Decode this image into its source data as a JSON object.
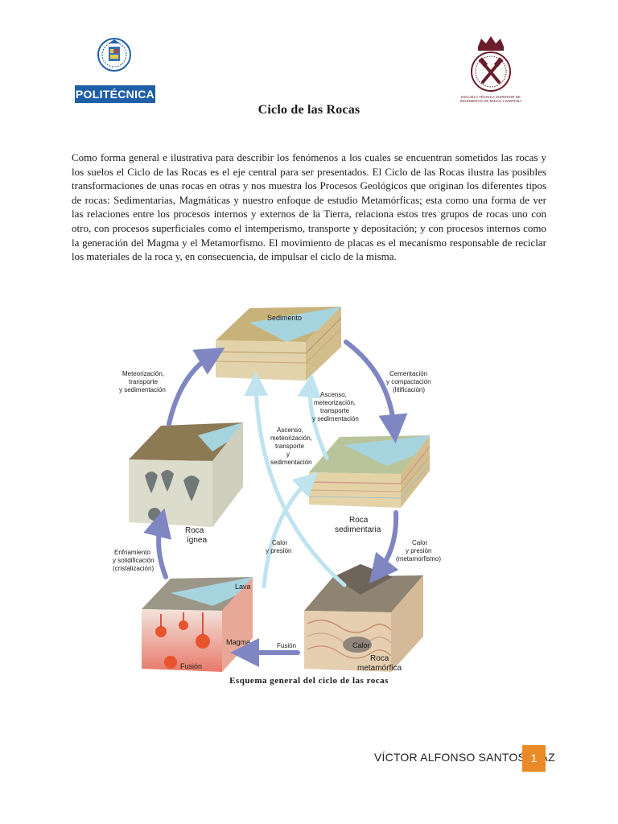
{
  "header": {
    "left_logo_text": "POLITÉCNICA",
    "right_logo_text": "ESCUELA TÉCNICA SUPERIOR DE INGENIEROS DE MINAS Y ENERGÍA"
  },
  "title": "Ciclo de las Rocas",
  "intro": "Como forma general e ilustrativa para describir los fenómenos a los cuales se encuentran sometidos las rocas y los suelos el Ciclo de las Rocas es el eje central para ser presentados. El Ciclo de las Rocas ilustra las posibles transformaciones de unas rocas en otras y nos muestra los Procesos Geológicos que originan los diferentes tipos de rocas: Sedimentarias, Magmáticas y nuestro enfoque de estudio Metamórficas; esta como una forma de ver las relaciones entre los procesos internos y externos de la Tierra, relaciona estos tres grupos de rocas uno con otro, con procesos superficiales como el intemperismo, transporte y depositación; y con procesos internos como la generación del Magma y el Metamorfismo. El movimiento de placas es el mecanismo responsable de reciclar los materiales de la roca y, en consecuencia, de impulsar el ciclo de la misma.",
  "figure": {
    "labels": {
      "sedimento": "Sedimento",
      "meteorizacion_line1": "Meteorización,",
      "meteorizacion_line2": "transporte",
      "meteorizacion_line3": "y sedimentación",
      "cementacion_line1": "Cementación",
      "cementacion_line2": "y compactación",
      "cementacion_line3": "(litificación)",
      "ascenso1_line1": "Ascenso,",
      "ascenso1_line2": "meteorización,",
      "ascenso1_line3": "transporte",
      "ascenso1_line4": "y sedimentación",
      "ascenso2_line1": "Ascenso,",
      "ascenso2_line2": "meteorización,",
      "ascenso2_line3": "transporte",
      "ascenso2_line4": "y",
      "ascenso2_line5": "sedimentación",
      "roca_ignea_line1": "Roca",
      "roca_ignea_line2": "ígnea",
      "roca_sedimentaria_line1": "Roca",
      "roca_sedimentaria_line2": "sedimentaria",
      "calor_presion_center_line1": "Calor",
      "calor_presion_center_line2": "y presión",
      "calor_presion_right_line1": "Calor",
      "calor_presion_right_line2": "y presión",
      "calor_presion_right_line3": "(metamorfismo)",
      "enfriamiento_line1": "Enfriamiento",
      "enfriamiento_line2": "y solidificación",
      "enfriamiento_line3": "(cristalización)",
      "lava": "Lava",
      "magma": "Magma",
      "fusion_block": "Fusión",
      "fusion_arrow": "Fusión",
      "calor": "Calor",
      "roca_metamorfica_line1": "Roca",
      "roca_metamorfica_line2": "metamórfica"
    },
    "caption": "Esquema general del ciclo de las rocas"
  },
  "footer": {
    "author": "VÍCTOR ALFONSO SANTOS DÍAZ",
    "page_number": "1"
  },
  "colors": {
    "upm_blue": "#1f5fa8",
    "etsi_maroon": "#6a1d2b",
    "page_badge": "#e98a26",
    "arrow_dark": "#7f86c2",
    "arrow_light": "#bfe3ef"
  }
}
